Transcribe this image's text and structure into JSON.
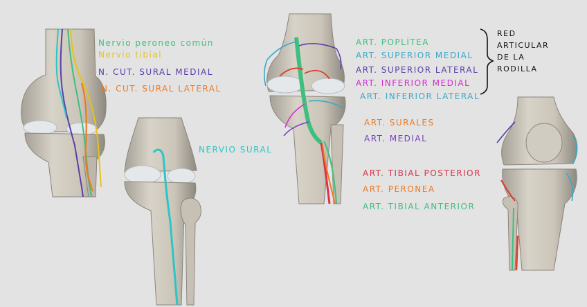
{
  "colors": {
    "background": "#e3e3e3",
    "bone": "#cfc9bd",
    "bone_shadow": "#8f8a80",
    "cartilage": "#dfe3e6",
    "green": "#3fbf7f",
    "yellow": "#e6c21a",
    "purple": "#5a3ea8",
    "orange": "#ee7a22",
    "teal": "#2ec4c4",
    "red": "#e23a2a",
    "magenta": "#d62ad6",
    "crimson": "#d9334a",
    "blue_light": "#3aa8c8",
    "violet": "#7a3ec0"
  },
  "labels": {
    "nervio_peroneo_comun": "Nervio peroneo común",
    "nervio_tibial": "Nervio tibial",
    "n_cut_sural_medial": "N. CUT. SURAL MEDIAL",
    "n_cut_sural_lateral": "N. CUT. SURAL LATERAL",
    "nervio_sural": "NERVIO SURAL",
    "art_poplitea": "ART. POPLÍTEA",
    "art_superior_medial": "ART. SUPERIOR MEDIAL",
    "art_superior_lateral": "ART. SUPERIOR LATERAL",
    "art_inferior_medial": "ART. INFERIOR MEDIAL",
    "art_inferior_lateral": "ART. INFERIOR LATERAL",
    "art_surales": "ART. SURALES",
    "art_medial": "ART. MEDIAL",
    "art_tibial_posterior": "ART. TIBIAL POSTERIOR",
    "art_peronea": "ART. PERONEA",
    "art_tibial_anterior": "ART. TIBIAL ANTERIOR",
    "red_articular": [
      "RED",
      "ARTICULAR",
      "DE LA",
      "RODILLA"
    ]
  }
}
